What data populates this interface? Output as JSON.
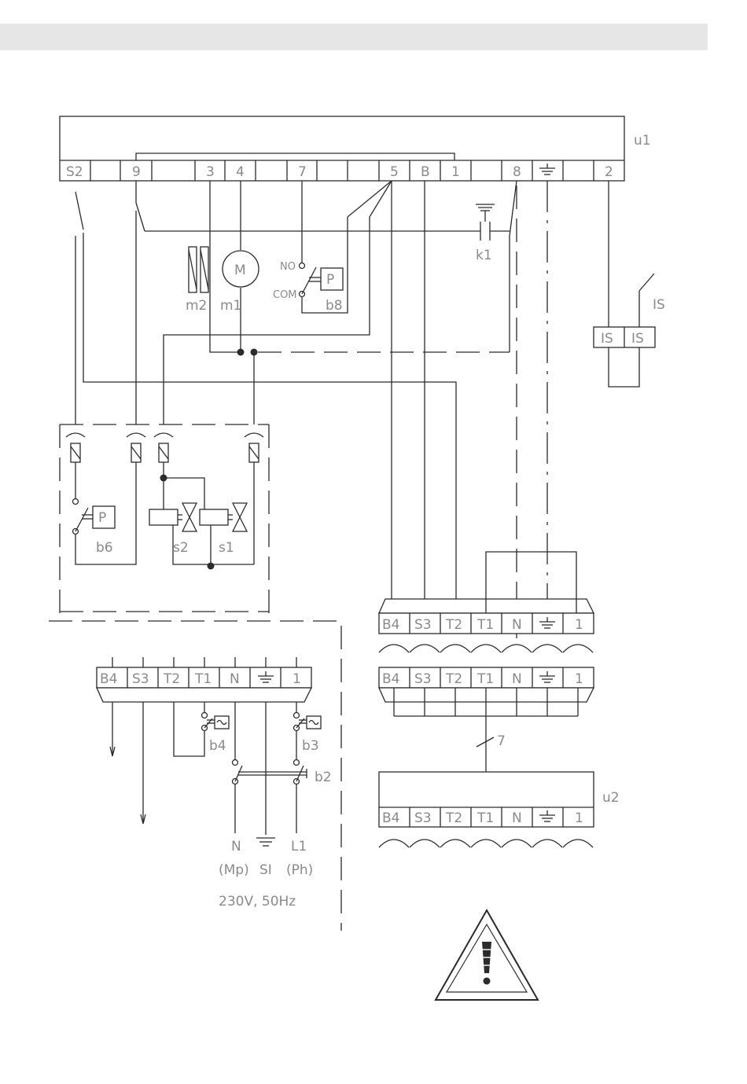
{
  "u1_block": {
    "name": "u1",
    "terminals": [
      "S2",
      "9",
      "3",
      "4",
      "7",
      "5",
      "B",
      "1",
      "8",
      "2"
    ]
  },
  "components": {
    "m2": "m2",
    "m1": "m1",
    "motor_symbol": "M",
    "b8": "b8",
    "b8_no": "NO",
    "b8_com": "COM",
    "pressure_symbol": "P",
    "k1": "k1",
    "is_switch": "IS",
    "is_terminal_a": "IS",
    "is_terminal_b": "IS",
    "b6": "b6",
    "s2": "s2",
    "s1": "s1",
    "b4": "b4",
    "b3": "b3",
    "b2": "b2"
  },
  "connector_terminals": [
    "B4",
    "S3",
    "T2",
    "T1",
    "N",
    "1"
  ],
  "cable_label": "7",
  "u2_block": {
    "name": "u2"
  },
  "supply": {
    "n": "N",
    "l1": "L1",
    "mp": "(Mp)",
    "si": "SI",
    "ph": "(Ph)",
    "voltage": "230V, 50Hz"
  }
}
